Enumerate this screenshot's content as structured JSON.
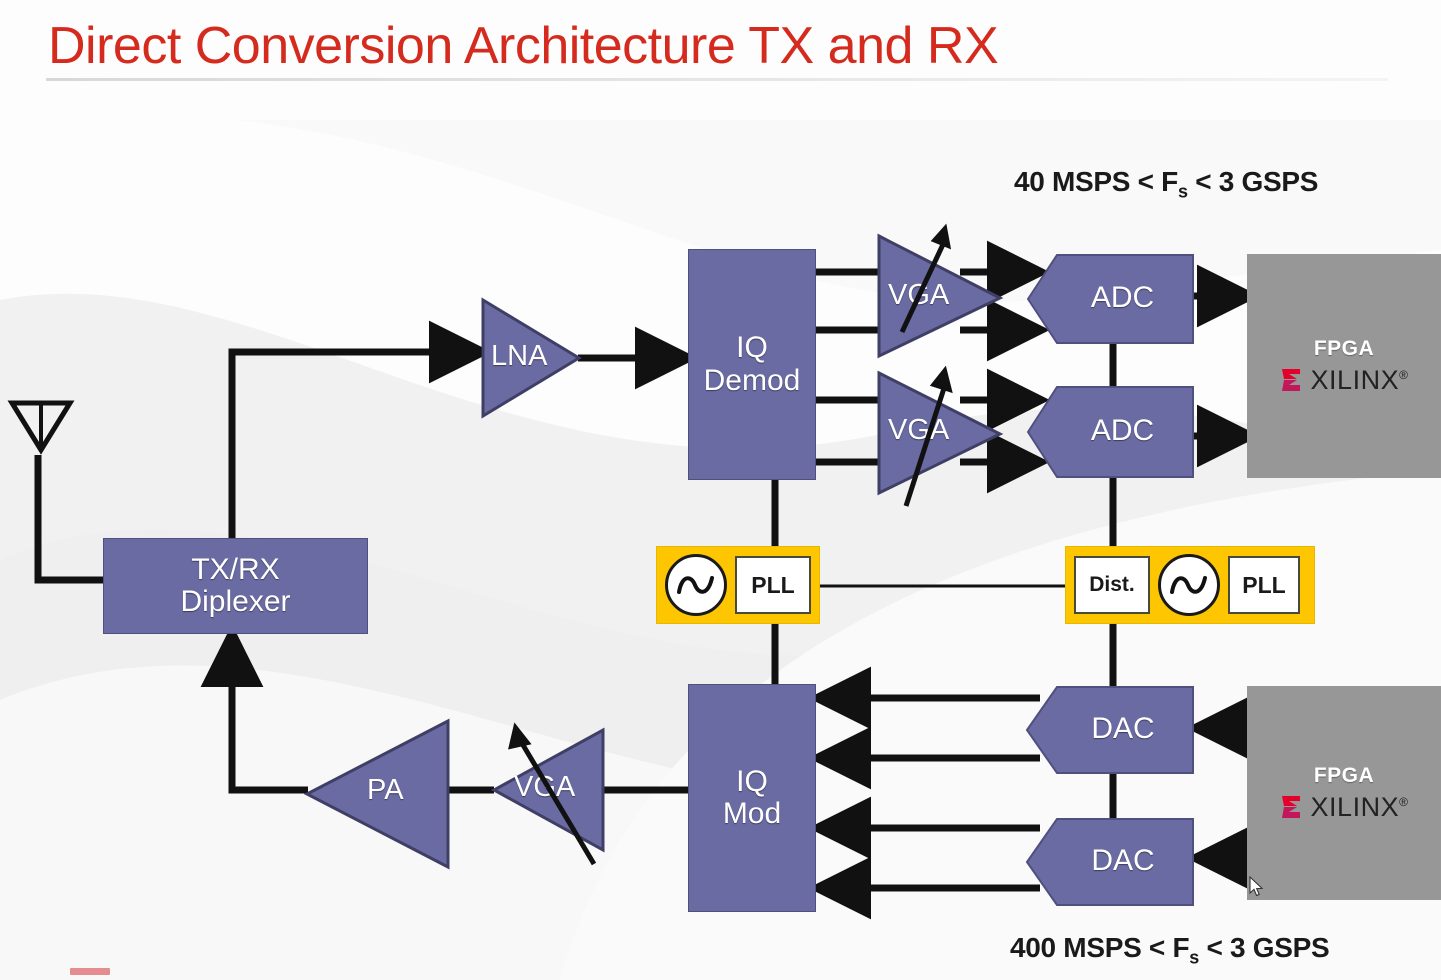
{
  "slide": {
    "title": "Direct Conversion Architecture TX and RX",
    "title_color": "#d52b1e",
    "background_color": "#fdfdfd"
  },
  "colors": {
    "block_purple": "#6b6ba3",
    "block_purple_border": "#50507e",
    "fpga_gray": "#979797",
    "clock_yellow": "#fdc600",
    "wire_black": "#111111",
    "xilinx_red": "#e4002b",
    "title_red": "#d52b1e"
  },
  "annotations": {
    "adc_rate": {
      "prefix": "40 MSPS < F",
      "sub": "s",
      "suffix": " < 3 GSPS"
    },
    "dac_rate": {
      "prefix": "400 MSPS < F",
      "sub": "s",
      "suffix": " < 3 GSPS"
    }
  },
  "blocks": {
    "antenna": {
      "label": "antenna"
    },
    "diplexer": {
      "line1": "TX/RX",
      "line2": "Diplexer"
    },
    "lna": {
      "label": "LNA"
    },
    "iq_demod": {
      "line1": "IQ",
      "line2": "Demod"
    },
    "vga_rx_i": {
      "label": "VGA"
    },
    "vga_rx_q": {
      "label": "VGA"
    },
    "adc_i": {
      "label": "ADC"
    },
    "adc_q": {
      "label": "ADC"
    },
    "fpga_rx": {
      "title": "FPGA",
      "vendor": "XILINX",
      "registered": "®"
    },
    "fpga_tx": {
      "title": "FPGA",
      "vendor": "XILINX",
      "registered": "®"
    },
    "dac_i": {
      "label": "DAC"
    },
    "dac_q": {
      "label": "DAC"
    },
    "iq_mod": {
      "line1": "IQ",
      "line2": "Mod"
    },
    "vga_tx": {
      "label": "VGA"
    },
    "pa": {
      "label": "PA"
    }
  },
  "clock_left": {
    "oscillator": "sine-oscillator",
    "pll": "PLL"
  },
  "clock_right": {
    "distribution": "Dist.",
    "oscillator": "sine-oscillator",
    "pll": "PLL"
  },
  "cursor": {
    "type": "arrow-pointer"
  }
}
